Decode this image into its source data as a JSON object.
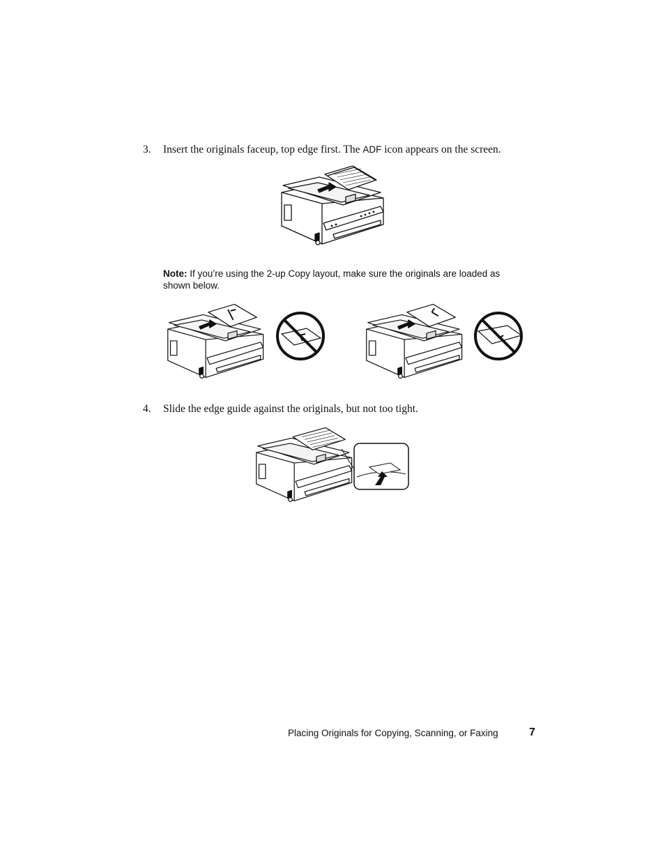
{
  "steps": [
    {
      "number": "3.",
      "text_before": "Insert the originals faceup, top edge first. The ",
      "ui_term": "ADF",
      "text_after": " icon appears on the screen."
    },
    {
      "number": "4.",
      "text": "Slide the edge guide against the originals, but not too tight."
    }
  ],
  "note": {
    "label": "Note:",
    "text_before": " If you’re using the ",
    "ui_term": "2-up Copy",
    "text_after": " layout, make sure the originals are loaded as shown below."
  },
  "footer": {
    "section_title": "Placing Originals for Copying, Scanning, or Faxing",
    "page_number": "7"
  },
  "figures": {
    "main": "printer-loading-originals-illustration",
    "two_up_left": "printer-2up-portrait-illustration",
    "two_up_right": "printer-2up-landscape-illustration",
    "edge_guide": "printer-edge-guide-illustration"
  }
}
